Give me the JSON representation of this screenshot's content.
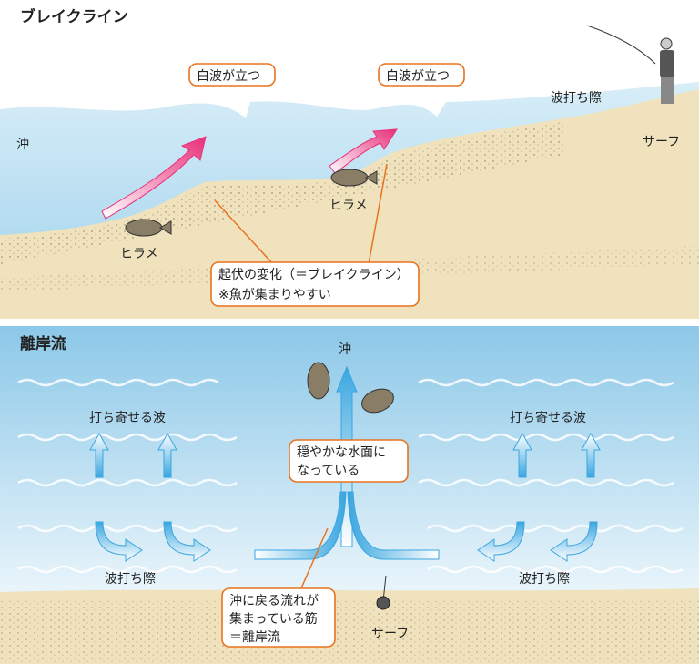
{
  "top": {
    "title": "ブレイクライン",
    "offshore": "沖",
    "whitecap_1": "白波が立つ",
    "whitecap_2": "白波が立つ",
    "shoreline": "波打ち際",
    "surf": "サーフ",
    "flounder_1": "ヒラメ",
    "flounder_2": "ヒラメ",
    "callout_line1": "起伏の変化（＝ブレイクライン）",
    "callout_line2": "※魚が集まりやすい"
  },
  "bottom": {
    "title": "離岸流",
    "offshore": "沖",
    "incoming_waves_left": "打ち寄せる波",
    "incoming_waves_right": "打ち寄せる波",
    "calm_line1": "穏やかな水面に",
    "calm_line2": "なっている",
    "shoreline_left": "波打ち際",
    "shoreline_right": "波打ち際",
    "rip_line1": "沖に戻る流れが",
    "rip_line2": "集まっている筋",
    "rip_line3": "＝離岸流",
    "surf": "サーフ"
  },
  "colors": {
    "callout_border": "#e8731e",
    "arrow_pink": "#e8307a",
    "arrow_blue": "#3aa6e0",
    "sand": "#efe2bd"
  }
}
